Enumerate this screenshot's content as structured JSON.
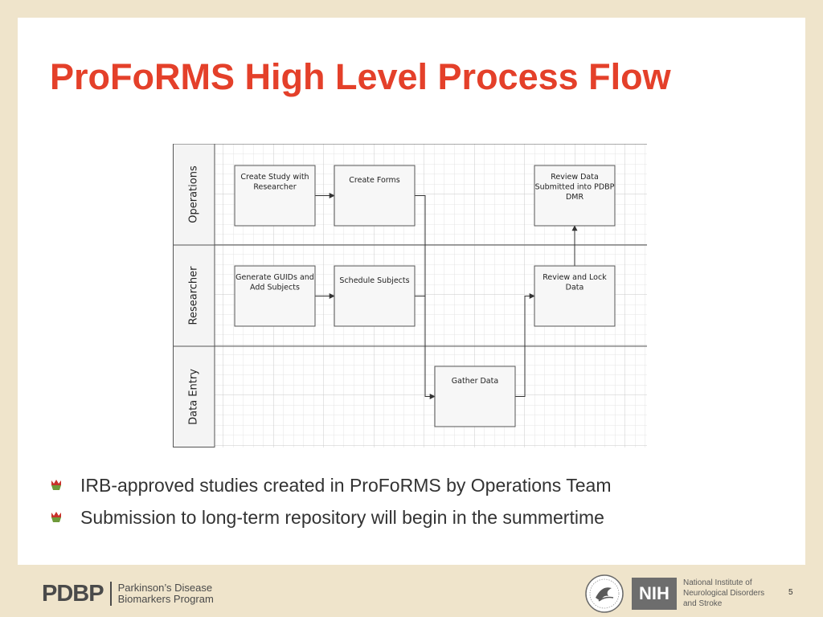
{
  "slide": {
    "title": "ProFoRMS High Level Process Flow",
    "page_number": "5"
  },
  "diagram": {
    "lanes": [
      "Operations",
      "Researcher",
      "Data Entry"
    ],
    "boxes": [
      {
        "id": "create-study",
        "lines": [
          "Create Study with",
          "Researcher"
        ]
      },
      {
        "id": "create-forms",
        "lines": [
          "Create Forms"
        ]
      },
      {
        "id": "review-data",
        "lines": [
          "Review Data",
          "Submitted into PDBP",
          "DMR"
        ]
      },
      {
        "id": "generate-guids",
        "lines": [
          "Generate GUIDs and",
          "Add Subjects"
        ]
      },
      {
        "id": "schedule-subjects",
        "lines": [
          "Schedule Subjects"
        ]
      },
      {
        "id": "review-lock",
        "lines": [
          "Review and Lock",
          "Data"
        ]
      },
      {
        "id": "gather-data",
        "lines": [
          "Gather Data"
        ]
      }
    ],
    "connections": [
      [
        "create-study",
        "create-forms"
      ],
      [
        "generate-guids",
        "schedule-subjects"
      ],
      [
        "create-forms",
        "gather-data"
      ],
      [
        "schedule-subjects",
        "gather-data"
      ],
      [
        "gather-data",
        "review-lock"
      ],
      [
        "review-lock",
        "review-data"
      ]
    ]
  },
  "bullets": [
    "IRB-approved studies created in ProFoRMS by Operations Team",
    "Submission to long-term repository will begin in the summertime"
  ],
  "footer": {
    "pdbp_logo": "PDBP",
    "pdbp_subtitle_lines": [
      "Parkinson’s Disease",
      "Biomarkers Program"
    ],
    "nih_logo": "NIH",
    "ninds_name_lines": [
      "National Institute of",
      "Neurological Disorders",
      "and Stroke"
    ]
  },
  "colors": {
    "title": "#e4402a",
    "background_frame": "#efe4cb",
    "bullet_red": "#c8312a",
    "bullet_green": "#6e9a3a"
  }
}
